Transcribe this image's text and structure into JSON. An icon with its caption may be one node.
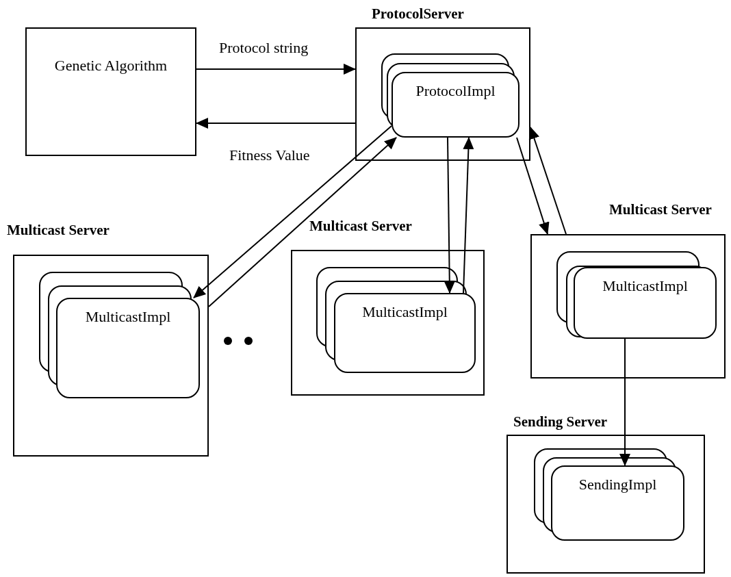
{
  "diagram": {
    "nodes": [
      {
        "text": [
          "Genetic Algorithm"
        ]
      },
      {
        "text": [
          "ProtocolServer"
        ]
      },
      {
        "text": [
          "ProtocolImpl"
        ],
        "in": 1
      },
      {
        "text": [
          "Multicast Server"
        ]
      },
      {
        "text": [
          "MulticastImpl"
        ],
        "in": 3
      },
      {
        "text": [
          "Multicast Server"
        ]
      },
      {
        "text": [
          "MulticastImpl"
        ],
        "in": 5
      },
      {
        "text": [
          "Multicast Server"
        ]
      },
      {
        "text": [
          "MulticastImpl"
        ],
        "in": 7
      },
      {
        "text": [
          "Sending Server"
        ]
      },
      {
        "text": [
          "SendingImpl"
        ],
        "in": 9
      }
    ],
    "edges": [
      {
        "from": 0,
        "to": 1,
        "arrow": "to",
        "label": "Protocol string"
      },
      {
        "from": 1,
        "to": 0,
        "arrow": "to",
        "label": "Fitness Value"
      },
      {
        "from": 2,
        "to": 4,
        "arrow": "to"
      },
      {
        "from": 3,
        "to": 2,
        "arrow": "to"
      },
      {
        "from": 2,
        "to": 6,
        "arrow": "to"
      },
      {
        "from": 6,
        "to": 2,
        "arrow": "to"
      },
      {
        "from": 2,
        "to": 7,
        "arrow": "to"
      },
      {
        "from": 7,
        "to": 1,
        "arrow": "to"
      },
      {
        "from": 8,
        "to": 10,
        "arrow": "to"
      }
    ]
  }
}
